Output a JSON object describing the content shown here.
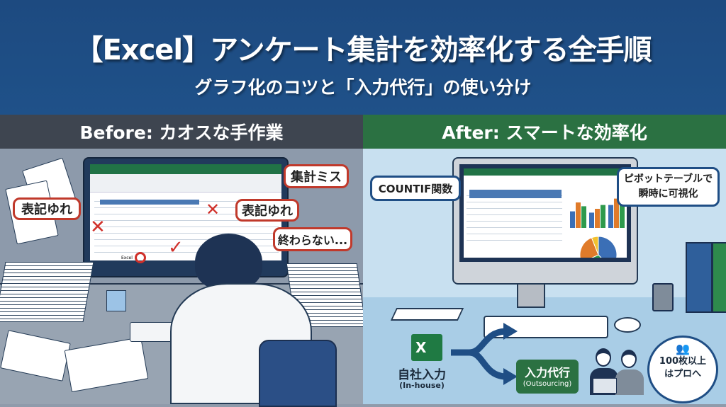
{
  "header": {
    "title": "【Excel】アンケート集計を効率化する全手順",
    "subtitle": "グラフ化のコツと「入力代行」の使い分け"
  },
  "sections": {
    "before": "Before: カオスな手作業",
    "after": "After: スマートな効率化"
  },
  "before_scene": {
    "bubbles": [
      "集計ミス",
      "表記ゆれ",
      "表記ゆれ",
      "終わらない..."
    ],
    "sheet_tab": "Excel"
  },
  "after_scene": {
    "bubbles": {
      "countif": "COUNTIF関数",
      "pivot_line1": "ピボットテーブルで",
      "pivot_line2": "瞬時に可視化",
      "pro_line1": "100枚以上",
      "pro_line2": "はプロへ"
    },
    "inhouse_label": "自社入力",
    "inhouse_sub": "(In-house)",
    "outsourcing_label": "入力代行",
    "outsourcing_sub": "(Outsourcing)",
    "excel_icon_letter": "X",
    "bar_chart": {
      "series": [
        {
          "color": "#3b6fb6",
          "values": [
            13,
            12,
            18
          ]
        },
        {
          "color": "#e07b2a",
          "values": [
            20,
            15,
            23
          ]
        },
        {
          "color": "#2e9a4c",
          "values": [
            17,
            18,
            27
          ]
        }
      ]
    },
    "pie_chart": {
      "values": [
        38,
        30,
        26,
        6
      ],
      "colors": [
        "#3b6fb6",
        "#2e9a4c",
        "#e07b2a",
        "#f2c12e"
      ]
    }
  },
  "colors": {
    "header": "#1f4e85",
    "before": "#3e4550",
    "after": "#2b7142",
    "error_red": "#c0392b"
  }
}
